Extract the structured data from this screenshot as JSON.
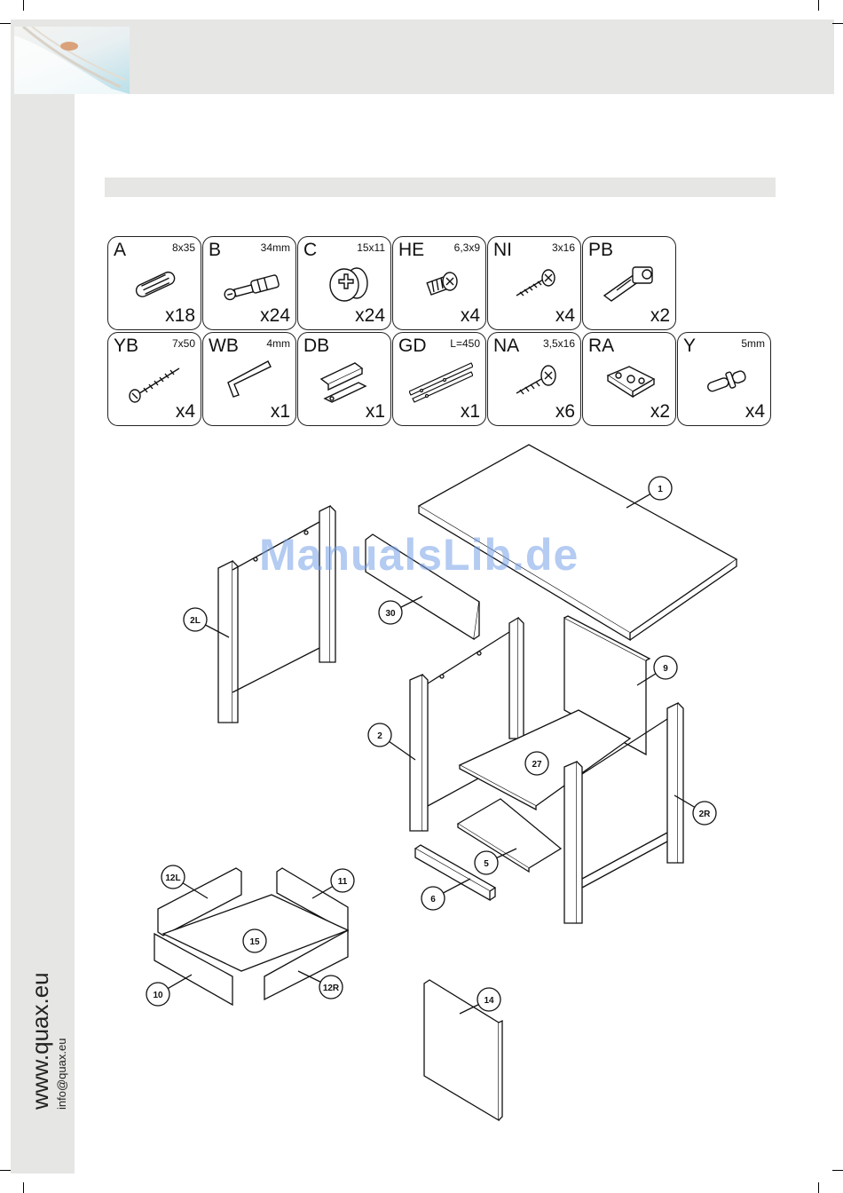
{
  "footer": {
    "website": "www.quax.eu",
    "email": "info@quax.eu"
  },
  "watermark": "ManualsLib.de",
  "hardware": [
    {
      "code": "A",
      "dim": "8x35",
      "qty": "x18",
      "icon": "dowel-icon"
    },
    {
      "code": "B",
      "dim": "34mm",
      "qty": "x24",
      "icon": "cam-bolt-icon"
    },
    {
      "code": "C",
      "dim": "15x11",
      "qty": "x24",
      "icon": "cam-lock-icon"
    },
    {
      "code": "HE",
      "dim": "6,3x9",
      "qty": "x4",
      "icon": "euro-screw-icon"
    },
    {
      "code": "NI",
      "dim": "3x16",
      "qty": "x4",
      "icon": "wood-screw-icon"
    },
    {
      "code": "PB",
      "dim": "",
      "qty": "x2",
      "icon": "hinge-icon"
    },
    {
      "code": "YB",
      "dim": "7x50",
      "qty": "x4",
      "icon": "confirmat-screw-icon"
    },
    {
      "code": "WB",
      "dim": "4mm",
      "qty": "x1",
      "icon": "allen-key-icon"
    },
    {
      "code": "DB",
      "dim": "",
      "qty": "x1",
      "icon": "door-damper-icon"
    },
    {
      "code": "GD",
      "dim": "L=450",
      "qty": "x1",
      "icon": "drawer-runner-icon"
    },
    {
      "code": "NA",
      "dim": "3,5x16",
      "qty": "x6",
      "icon": "screw-icon"
    },
    {
      "code": "RA",
      "dim": "",
      "qty": "x2",
      "icon": "hinge-plate-icon"
    },
    {
      "code": "Y",
      "dim": "5mm",
      "qty": "x4",
      "icon": "shelf-pin-icon"
    }
  ],
  "part_labels": {
    "p1": "1",
    "p2": "2",
    "p2L": "2L",
    "p2R": "2R",
    "p5": "5",
    "p6": "6",
    "p9": "9",
    "p10": "10",
    "p11": "11",
    "p12L": "12L",
    "p12R": "12R",
    "p14": "14",
    "p15": "15",
    "p27": "27",
    "p30": "30"
  }
}
